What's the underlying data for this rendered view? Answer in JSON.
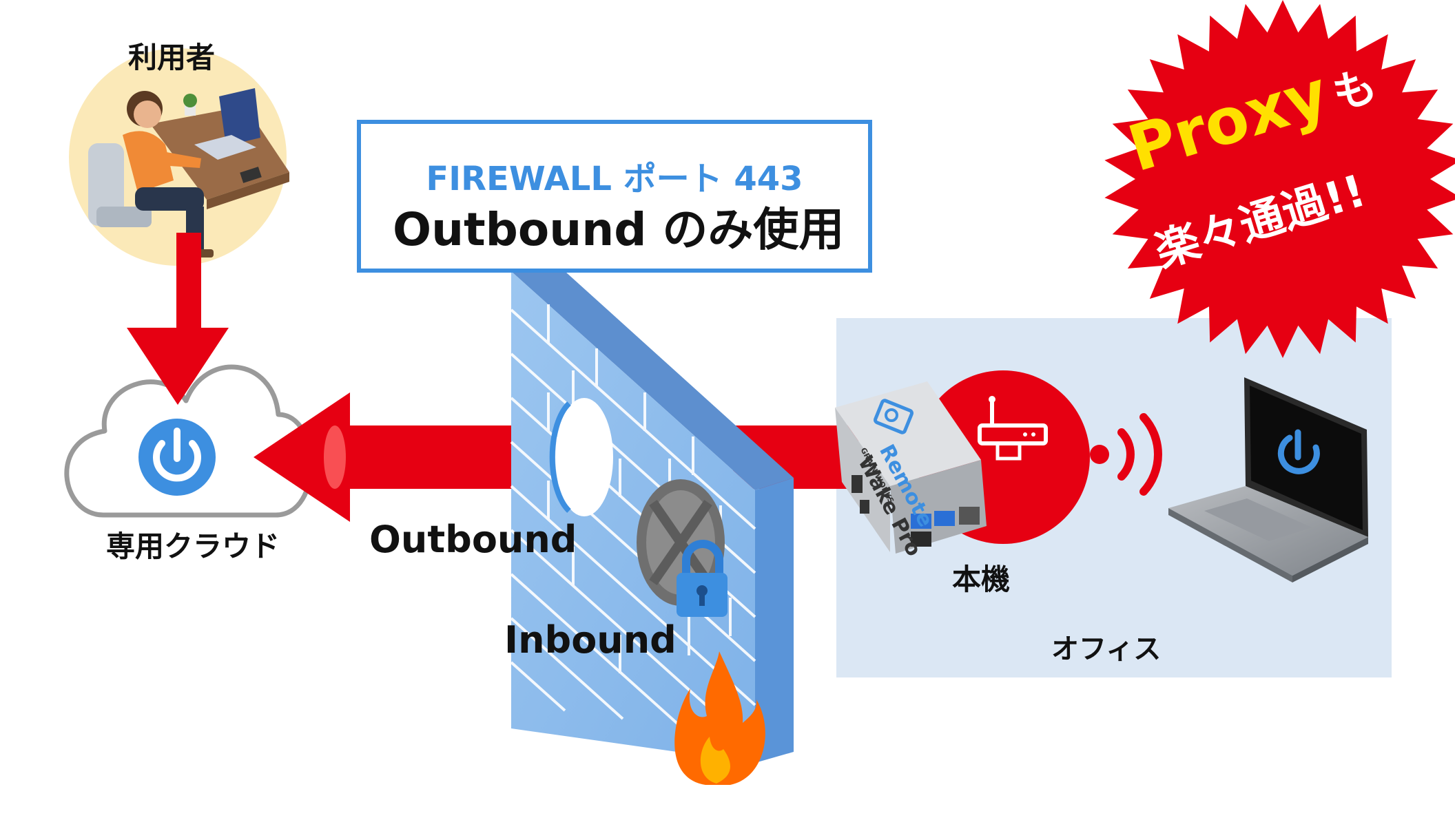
{
  "user": {
    "label": "利用者"
  },
  "cloud": {
    "label": "専用クラウド"
  },
  "firewall": {
    "port_label": "FIREWALL ポート 443",
    "headline": "Outbound のみ使用"
  },
  "flows": {
    "outbound": "Outbound",
    "inbound": "Inbound"
  },
  "device": {
    "brand": "Remote",
    "product": "Wake Pro",
    "maker": "GRAIN WORKS",
    "label": "本機"
  },
  "office": {
    "label": "オフィス"
  },
  "badge": {
    "line1": "Proxy",
    "line1_suffix": "も",
    "line2": "楽々通過!!"
  },
  "colors": {
    "red": "#e60012",
    "blue": "#3d8fe0",
    "yellow": "#ffe000",
    "panel": "#dbe7f4"
  }
}
